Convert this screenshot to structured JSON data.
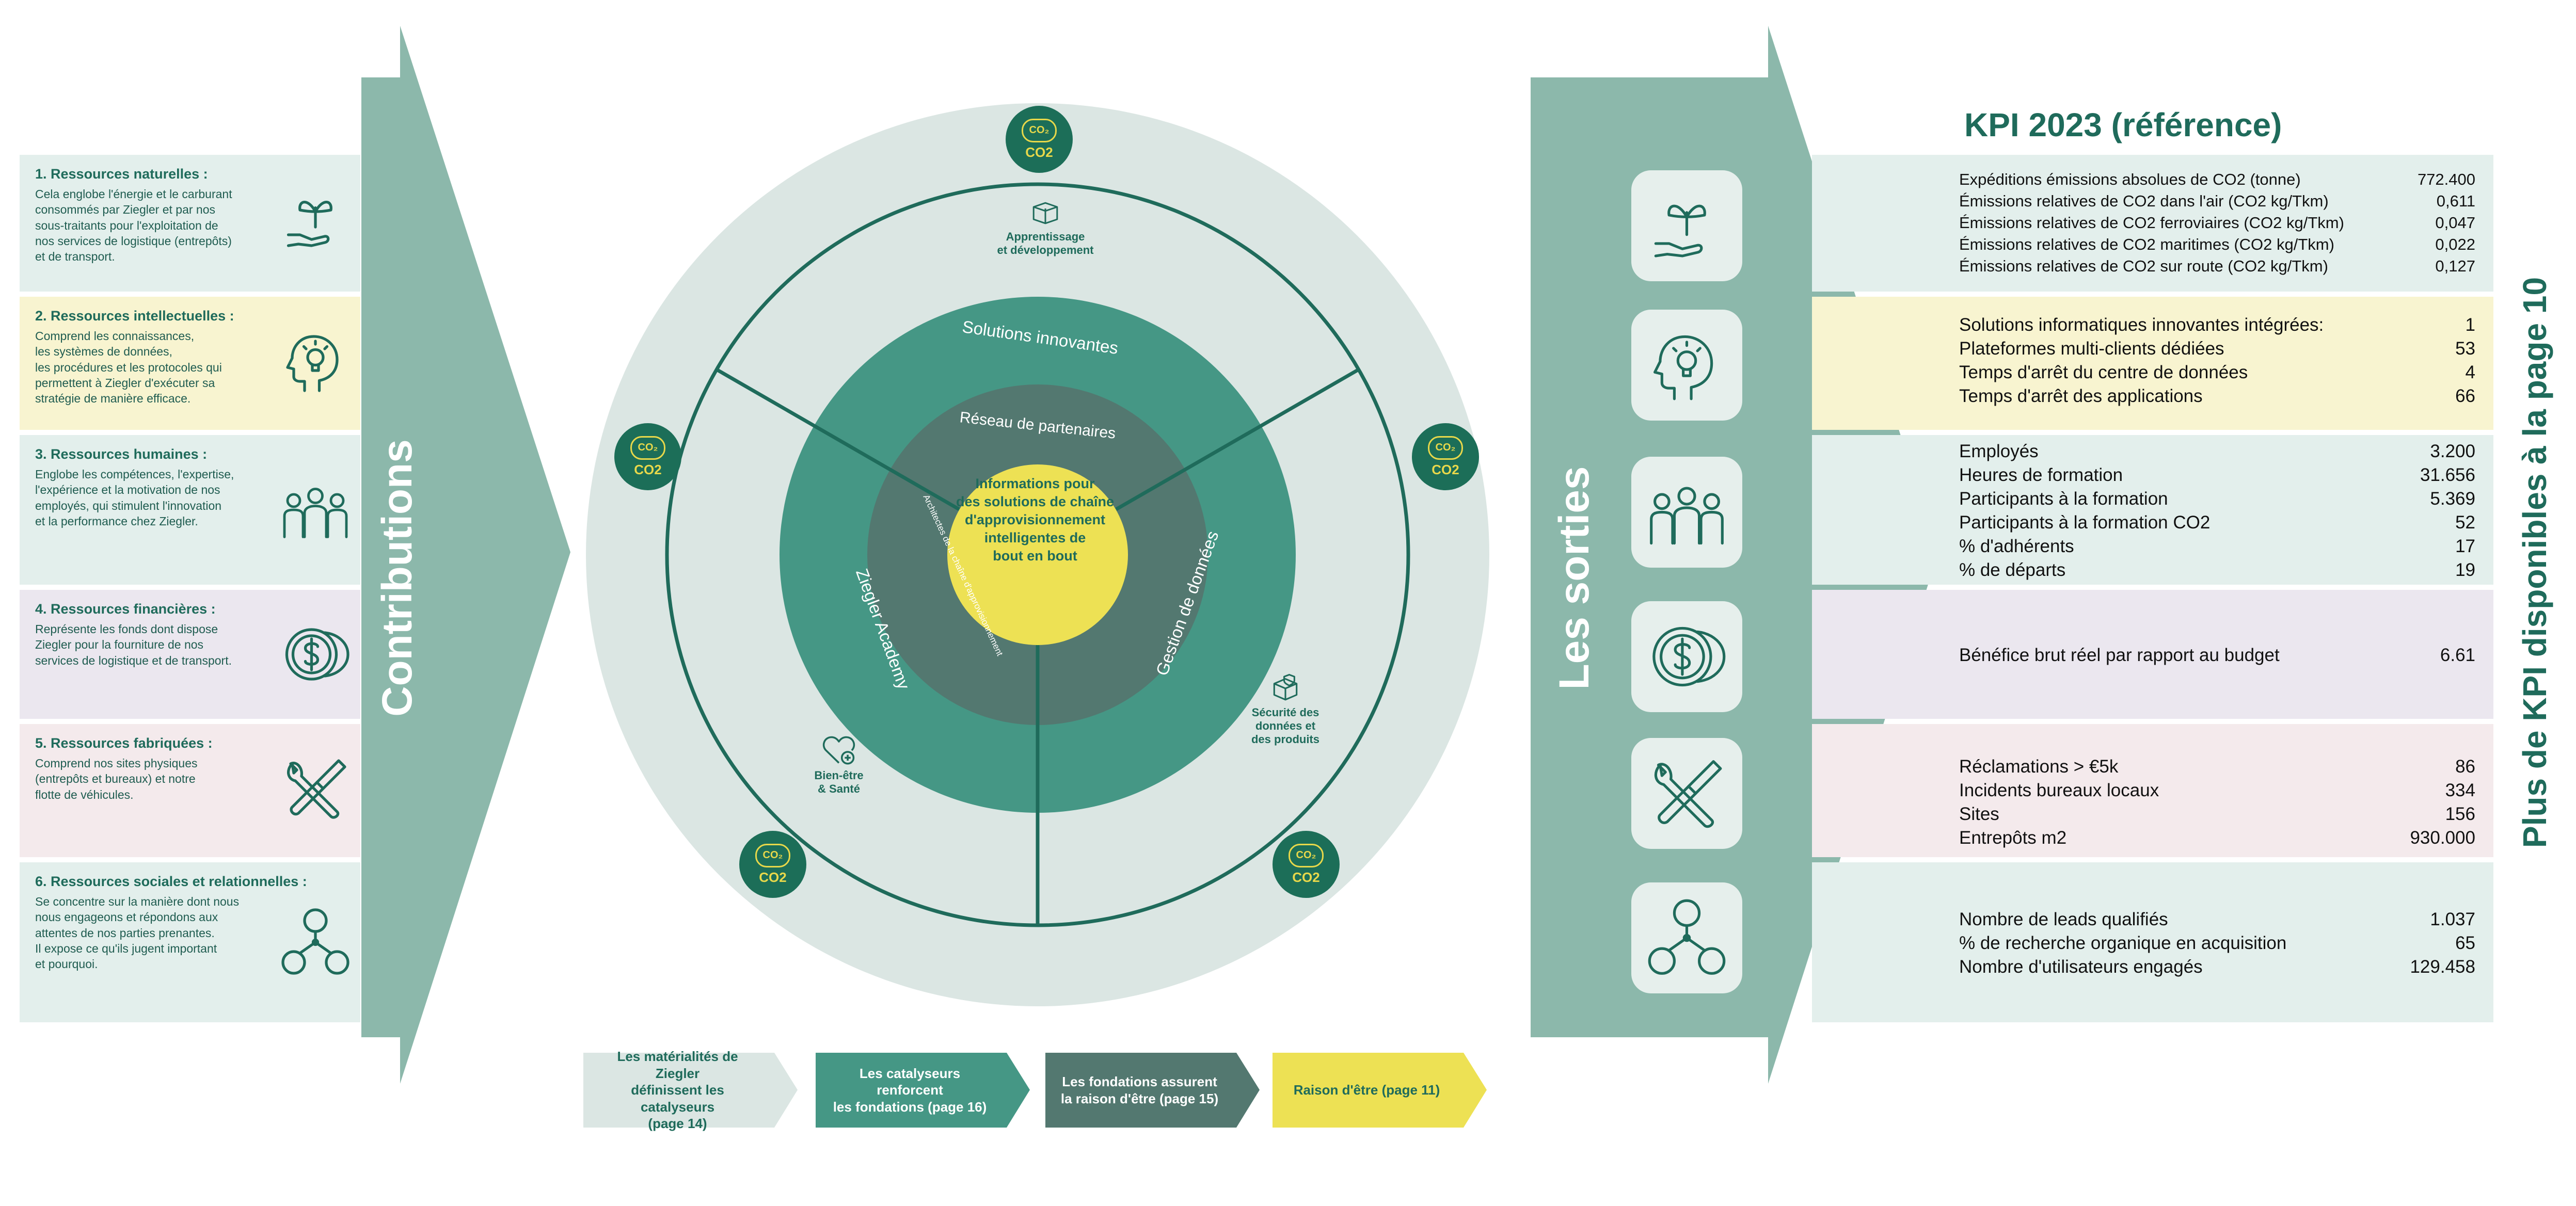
{
  "colors": {
    "arrow": "#8cb8ab",
    "dark_green": "#1f6b5b",
    "teal": "#459785",
    "slate": "#537870",
    "yellow": "#ede154",
    "light_outer": "#dbe6e3",
    "box_mint": "#e3efec",
    "box_yellow": "#f8f4d0",
    "box_lavender": "#ebe7ef",
    "box_pink": "#f4eaec"
  },
  "left": {
    "contributions_label": "Contributions",
    "resources": [
      {
        "title": "1. Ressources naturelles :",
        "lines": [
          "Cela englobe l'énergie et le carburant",
          "consommés par Ziegler et par nos",
          "sous-traitants pour l'exploitation de",
          "nos services de logistique (entrepôts)",
          "et de transport."
        ],
        "icon": "plant-hand-icon"
      },
      {
        "title": "2. Ressources intellectuelles :",
        "lines": [
          "Comprend les connaissances,",
          "les systèmes de données,",
          "les procédures et les protocoles qui",
          "permettent à Ziegler d'exécuter sa",
          "stratégie de manière efficace."
        ],
        "icon": "head-lightbulb-icon"
      },
      {
        "title": "3. Ressources humaines :",
        "lines": [
          "Englobe les compétences, l'expertise,",
          "l'expérience et la motivation de nos",
          "employés, qui stimulent l'innovation",
          "et la performance chez Ziegler."
        ],
        "icon": "people-group-icon"
      },
      {
        "title": "4. Ressources financières :",
        "lines": [
          "Représente les fonds dont dispose",
          "Ziegler pour la fourniture de nos",
          "services de logistique et de transport."
        ],
        "icon": "dollar-coin-icon"
      },
      {
        "title": "5. Ressources fabriquées :",
        "lines": [
          "Comprend nos sites physiques",
          "(entrepôts et bureaux) et notre",
          "flotte de véhicules."
        ],
        "icon": "tools-icon"
      },
      {
        "title": "6. Ressources sociales et relationnelles :",
        "lines": [
          "Se concentre sur la manière dont nous",
          "nous engageons et répondons aux",
          "attentes de nos parties prenantes.",
          "Il expose ce qu'ils jugent important",
          "et pourquoi."
        ],
        "icon": "network-people-icon"
      }
    ]
  },
  "center": {
    "co2_label": "CO2",
    "co2_cloud": "CO₂",
    "outer_labels": {
      "apprentissage": [
        "Apprentissage",
        "et développement"
      ],
      "securite": [
        "Sécurité des",
        "données et",
        "des produits"
      ],
      "bienetre": [
        "Bien-être",
        "& Santé"
      ]
    },
    "ring_labels": {
      "solutions": "Solutions innovantes",
      "ziegler_academy": "Ziegler Academy",
      "gestion": "Gestion de données",
      "reseau": "Réseau de partenaires",
      "architectes": "Architectes de la chaîne d'approvisionnement"
    },
    "core_lines": [
      "Informations pour",
      "des solutions de chaîne",
      "d'approvisionnement",
      "intelligentes de",
      "bout en bout"
    ]
  },
  "chevrons": [
    {
      "lines": [
        "Les matérialités de Ziegler",
        "définissent les catalyseurs",
        "(page 14)"
      ]
    },
    {
      "lines": [
        "Les catalyseurs renforcent",
        "les fondations (page 16)"
      ]
    },
    {
      "lines": [
        "Les fondations assurent",
        "la raison d'être (page 15)"
      ]
    },
    {
      "lines": [
        "Raison d'être (page 11)"
      ]
    }
  ],
  "right": {
    "sorties_label": "Les sorties",
    "kpi_title": "KPI 2023 (référence)",
    "side_note": "Plus de KPI disponibles à la page 10",
    "groups": [
      {
        "rows": [
          {
            "label": "Expéditions émissions absolues de CO2 (tonne)",
            "value": "772.400"
          },
          {
            "label": "Émissions relatives de CO2 dans l'air (CO2 kg/Tkm)",
            "value": "0,611"
          },
          {
            "label": "Émissions relatives de CO2 ferroviaires (CO2 kg/Tkm)",
            "value": "0,047"
          },
          {
            "label": "Émissions relatives de CO2 maritimes (CO2 kg/Tkm)",
            "value": "0,022"
          },
          {
            "label": "Émissions relatives de CO2 sur route (CO2 kg/Tkm)",
            "value": "0,127"
          }
        ]
      },
      {
        "rows": [
          {
            "label": "Solutions informatiques innovantes intégrées:",
            "value": "1"
          },
          {
            "label": "Plateformes multi-clients dédiées",
            "value": "53"
          },
          {
            "label": "Temps d'arrêt du centre de données",
            "value": "4"
          },
          {
            "label": "Temps d'arrêt des applications",
            "value": "66"
          }
        ]
      },
      {
        "rows": [
          {
            "label": "Employés",
            "value": "3.200"
          },
          {
            "label": "Heures de formation",
            "value": "31.656"
          },
          {
            "label": "Participants à la formation",
            "value": "5.369"
          },
          {
            "label": "Participants à la formation CO2",
            "value": "52"
          },
          {
            "label": "% d'adhérents",
            "value": "17"
          },
          {
            "label": "% de départs",
            "value": "19"
          }
        ]
      },
      {
        "rows": [
          {
            "label": "Bénéfice brut réel par rapport au budget",
            "value": "6.61"
          }
        ]
      },
      {
        "rows": [
          {
            "label": "Réclamations > €5k",
            "value": "86"
          },
          {
            "label": "Incidents bureaux locaux",
            "value": "334"
          },
          {
            "label": "Sites",
            "value": "156"
          },
          {
            "label": "Entrepôts m2",
            "value": "930.000"
          }
        ]
      },
      {
        "rows": [
          {
            "label": "Nombre de leads qualifiés",
            "value": "1.037"
          },
          {
            "label": "% de recherche organique en acquisition",
            "value": "65"
          },
          {
            "label": "Nombre d'utilisateurs engagés",
            "value": "129.458"
          }
        ]
      }
    ]
  }
}
